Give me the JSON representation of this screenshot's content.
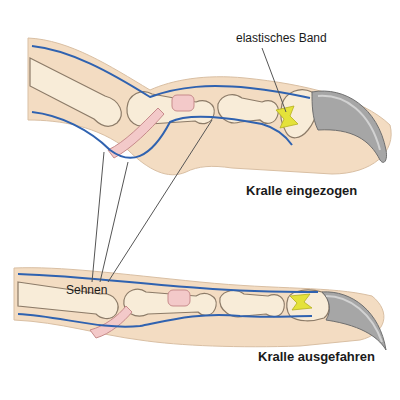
{
  "diagram": {
    "labels": [
      "elastisches Band",
      "Sehnen",
      "Kralle eingezogen",
      "Kralle ausgefahren"
    ]
  }
}
